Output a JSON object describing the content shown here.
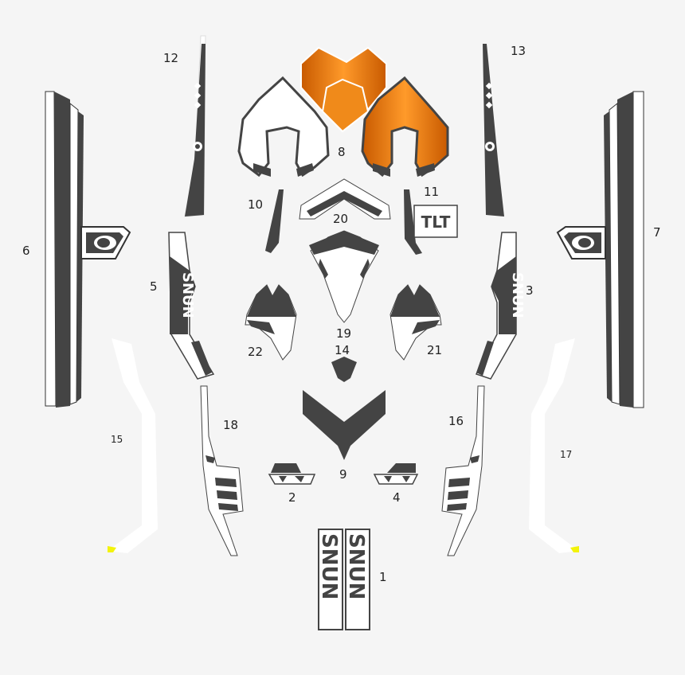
{
  "diagram": {
    "parts": [
      {
        "id": "1",
        "label": "1"
      },
      {
        "id": "2",
        "label": "2"
      },
      {
        "id": "3",
        "label": "3"
      },
      {
        "id": "4",
        "label": "4"
      },
      {
        "id": "5",
        "label": "5"
      },
      {
        "id": "6",
        "label": "6"
      },
      {
        "id": "7",
        "label": "7"
      },
      {
        "id": "8",
        "label": "8"
      },
      {
        "id": "9",
        "label": "9"
      },
      {
        "id": "10",
        "label": "10"
      },
      {
        "id": "11",
        "label": "11"
      },
      {
        "id": "12",
        "label": "12"
      },
      {
        "id": "13",
        "label": "13"
      },
      {
        "id": "14",
        "label": "14"
      },
      {
        "id": "15",
        "label": "15"
      },
      {
        "id": "16",
        "label": "16"
      },
      {
        "id": "17",
        "label": "17"
      },
      {
        "id": "18",
        "label": "18"
      },
      {
        "id": "19",
        "label": "19"
      },
      {
        "id": "20",
        "label": "20"
      },
      {
        "id": "21",
        "label": "21"
      },
      {
        "id": "22",
        "label": "22"
      }
    ],
    "brand_text": "SNUN",
    "colors": {
      "dark": "#444444",
      "white": "#ffffff",
      "orange": "#f07a10",
      "orange_dark": "#c85a00",
      "yellow": "#f3f30a",
      "background": "#f5f5f5"
    }
  }
}
